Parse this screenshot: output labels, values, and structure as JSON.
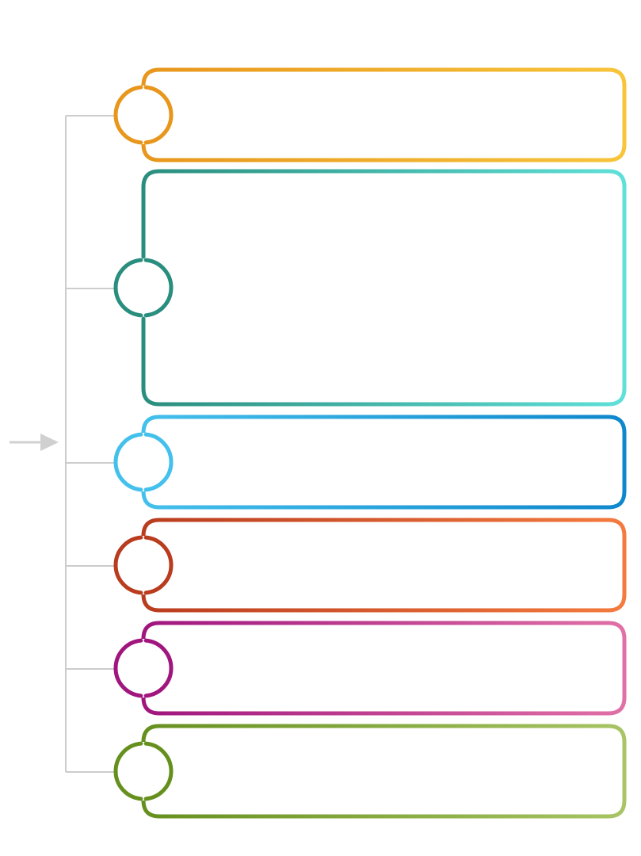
{
  "diagram": {
    "connector_color": "#cccccc",
    "arrow_color": "#d0d0d0",
    "cards": [
      {
        "name": "card-1",
        "title": "",
        "body": "",
        "color_start": "#e8961c",
        "color_end": "#f7c43a"
      },
      {
        "name": "card-2",
        "title": "",
        "body": "",
        "color_start": "#2a8e7e",
        "color_end": "#5fe0d8"
      },
      {
        "name": "card-3",
        "title": "",
        "body": "",
        "color_start": "#44c0ec",
        "color_end": "#0e87cc"
      },
      {
        "name": "card-4",
        "title": "",
        "body": "",
        "color_start": "#b93c1e",
        "color_end": "#f47a3e"
      },
      {
        "name": "card-5",
        "title": "",
        "body": "",
        "color_start": "#a0157e",
        "color_end": "#e070a6"
      },
      {
        "name": "card-6",
        "title": "",
        "body": "",
        "color_start": "#66901e",
        "color_end": "#a8c464"
      }
    ]
  }
}
